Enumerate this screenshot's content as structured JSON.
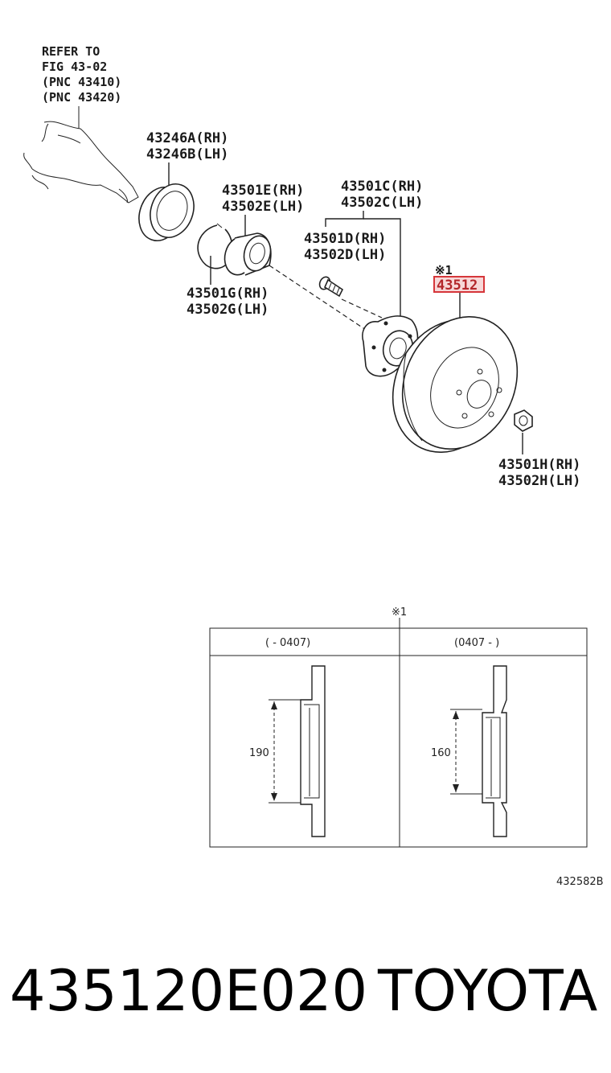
{
  "refer": {
    "line1": "REFER TO",
    "line2": "FIG 43-02",
    "line3": "(PNC 43410)",
    "line4": "(PNC 43420)"
  },
  "labels": {
    "p43246_rh": "43246A(RH)",
    "p43246_lh": "43246B(LH)",
    "p43501e_rh": "43501E(RH)",
    "p43502e_lh": "43502E(LH)",
    "p43501c_rh": "43501C(RH)",
    "p43502c_lh": "43502C(LH)",
    "p43501d_rh": "43501D(RH)",
    "p43502d_lh": "43502D(LH)",
    "p43501g_rh": "43501G(RH)",
    "p43502g_lh": "43502G(LH)",
    "p43501h_rh": "43501H(RH)",
    "p43502h_lh": "43502H(LH)",
    "note_mark": "※1",
    "highlight_part": "43512"
  },
  "highlight_color": "#d6363a",
  "table": {
    "note_mark": "※1",
    "col1_header": "(        - 0407)",
    "col2_header": "(0407 -        )",
    "col1_dim": "190",
    "col2_dim": "160"
  },
  "figure_code": "432582B",
  "footer": {
    "part_number": "435120E020",
    "brand": "TOYOTA"
  }
}
